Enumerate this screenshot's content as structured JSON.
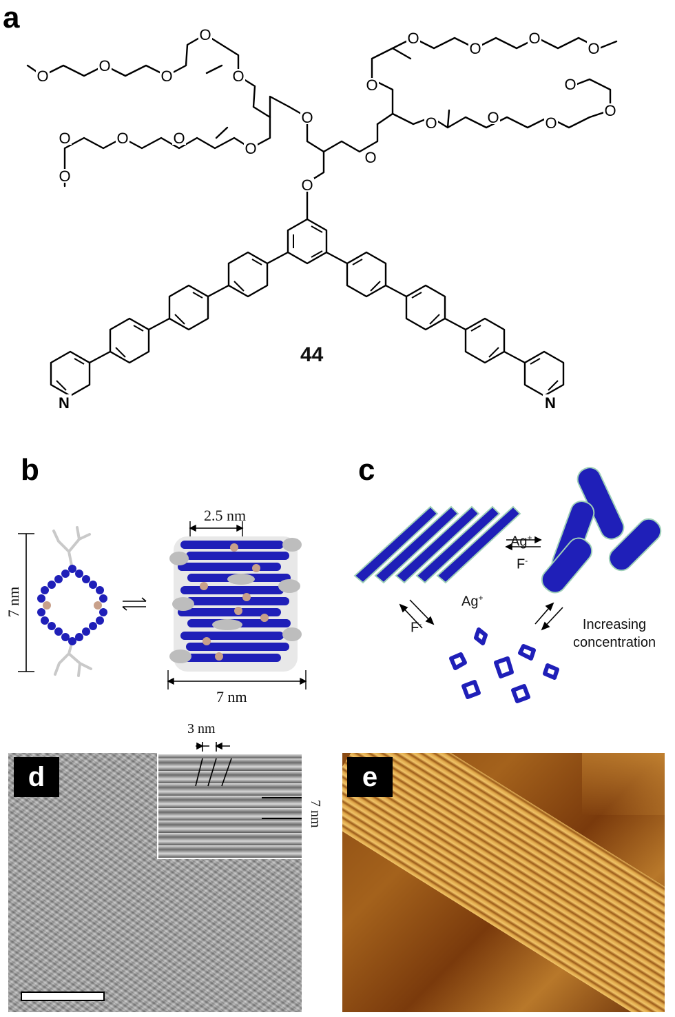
{
  "panels": {
    "a": {
      "letter": "a",
      "compound_number": "44",
      "atoms": {
        "oxygen": "O",
        "nitrogen": "N"
      }
    },
    "b": {
      "letter": "b",
      "width_label": "2.5 nm",
      "height_label": "7 nm",
      "bottom_label": "7 nm"
    },
    "c": {
      "letter": "c",
      "ag_label": "Ag",
      "ag_sup": "+",
      "f_label": "F",
      "f_sup": "-",
      "concentration_line1": "Increasing",
      "concentration_line2": "concentration"
    },
    "d": {
      "letter": "d",
      "inset_width_label": "3 nm",
      "inset_height_label": "7 nm"
    },
    "e": {
      "letter": "e"
    }
  },
  "colors": {
    "molecule_blue": "#1f1fb8",
    "silver_atom": "#c8a08a",
    "chain_grey": "#cfcfcf",
    "afm_dark": "#7a3a0c",
    "afm_light": "#e8b860",
    "tem_grey": "#9a9a9a"
  }
}
